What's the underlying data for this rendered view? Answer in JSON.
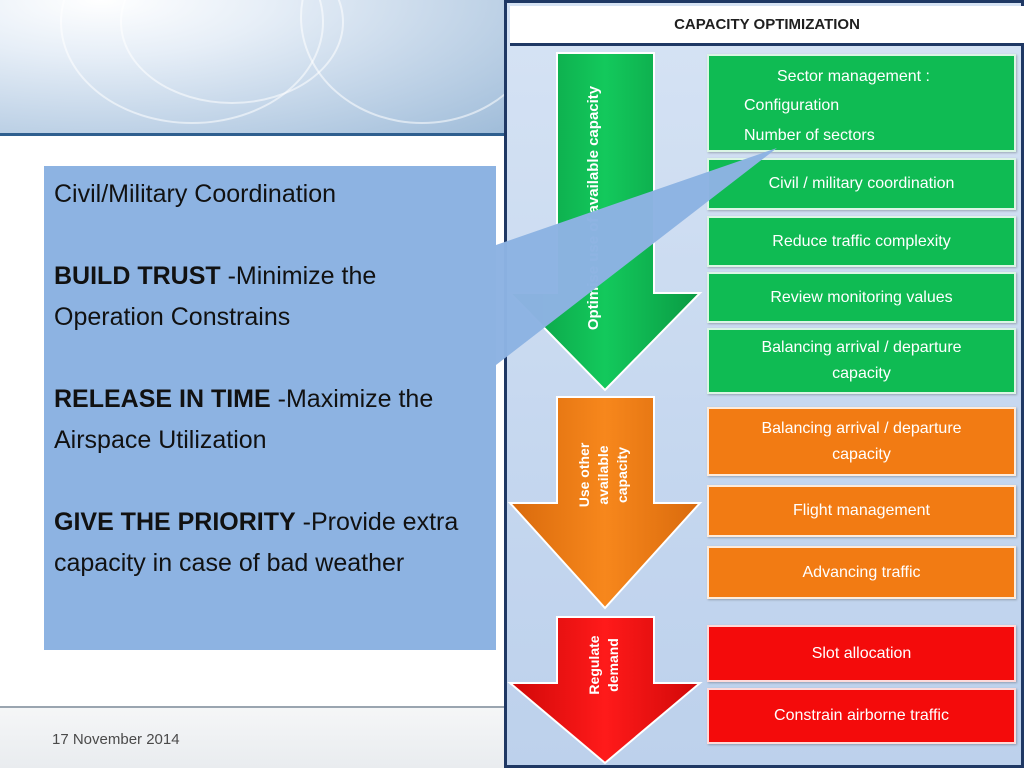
{
  "footer": {
    "date": "17 November 2014"
  },
  "textbox": {
    "line1": "Civil/Military Coordination",
    "p2_bold": "BUILD TRUST",
    "p2_rest": " -Minimize the Operation Constrains",
    "p3_bold": "RELEASE IN TIME",
    "p3_rest": "  -Maximize the Airspace Utilization",
    "p4_bold": "GIVE THE PRIORITY",
    "p4_rest": "  -Provide extra capacity in case of bad weather"
  },
  "panel": {
    "title": "CAPACITY OPTIMIZATION",
    "arrows": {
      "green": "Optimise use of available capacity",
      "orange_l1": "Use other",
      "orange_l2": "available",
      "orange_l3": "capacity",
      "red_l1": "Regulate",
      "red_l2": "demand"
    },
    "green_boxes": {
      "sector_title": "Sector management :",
      "sector_line1": "Configuration",
      "sector_line2": "Number of sectors",
      "civil": "Civil / military coordination",
      "reduce": "Reduce traffic complexity",
      "review": "Review monitoring values",
      "balancing": "Balancing arrival / departure capacity"
    },
    "orange_boxes": {
      "balancing": "Balancing arrival / departure capacity",
      "flight": "Flight management",
      "advancing": "Advancing traffic"
    },
    "red_boxes": {
      "slot": "Slot allocation",
      "constrain": "Constrain airborne traffic"
    }
  },
  "colors": {
    "green": "#0fbb53",
    "orange": "#f27b13",
    "red": "#f40b0b",
    "callout": "#8db3e2",
    "panel_border": "#1f3864"
  }
}
